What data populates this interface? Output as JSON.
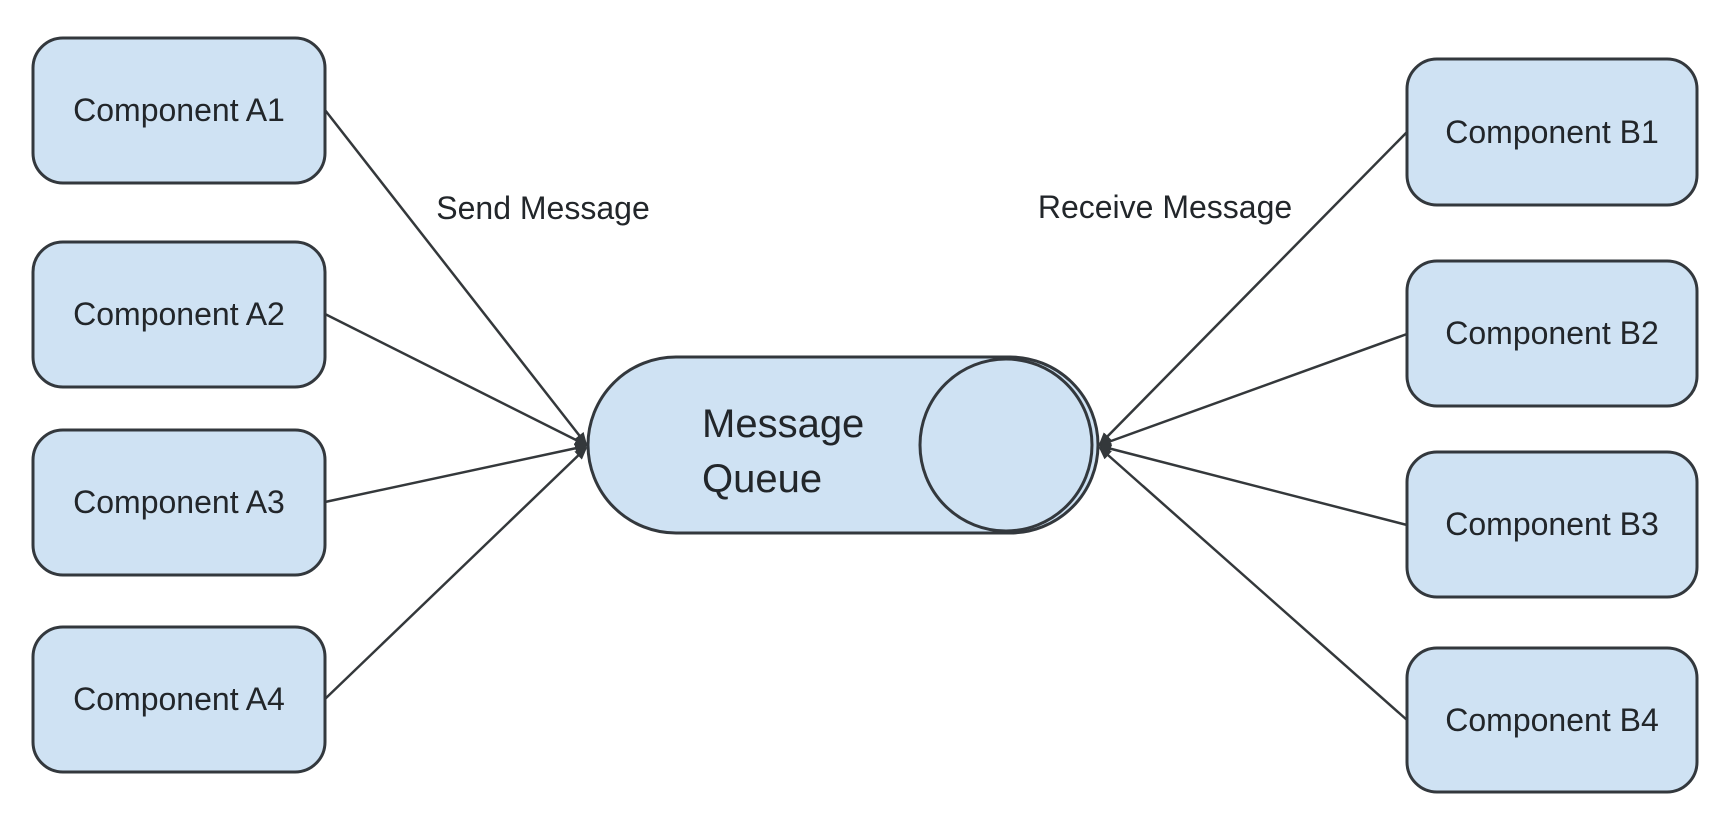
{
  "colors": {
    "background": "#ffffff",
    "node_fill": "#cfe2f3",
    "node_border": "#33383d",
    "connector": "#34383b",
    "label_text": "#22262a"
  },
  "queue": {
    "lines": [
      "Message",
      "Queue"
    ]
  },
  "edge_labels": {
    "send": "Send Message",
    "receive": "Receive Message"
  },
  "nodes": {
    "left": [
      {
        "id": "A1",
        "label": "Component A1"
      },
      {
        "id": "A2",
        "label": "Component A2"
      },
      {
        "id": "A3",
        "label": "Component A3"
      },
      {
        "id": "A4",
        "label": "Component A4"
      }
    ],
    "right": [
      {
        "id": "B1",
        "label": "Component B1"
      },
      {
        "id": "B2",
        "label": "Component B2"
      },
      {
        "id": "B3",
        "label": "Component B3"
      },
      {
        "id": "B4",
        "label": "Component B4"
      }
    ]
  }
}
